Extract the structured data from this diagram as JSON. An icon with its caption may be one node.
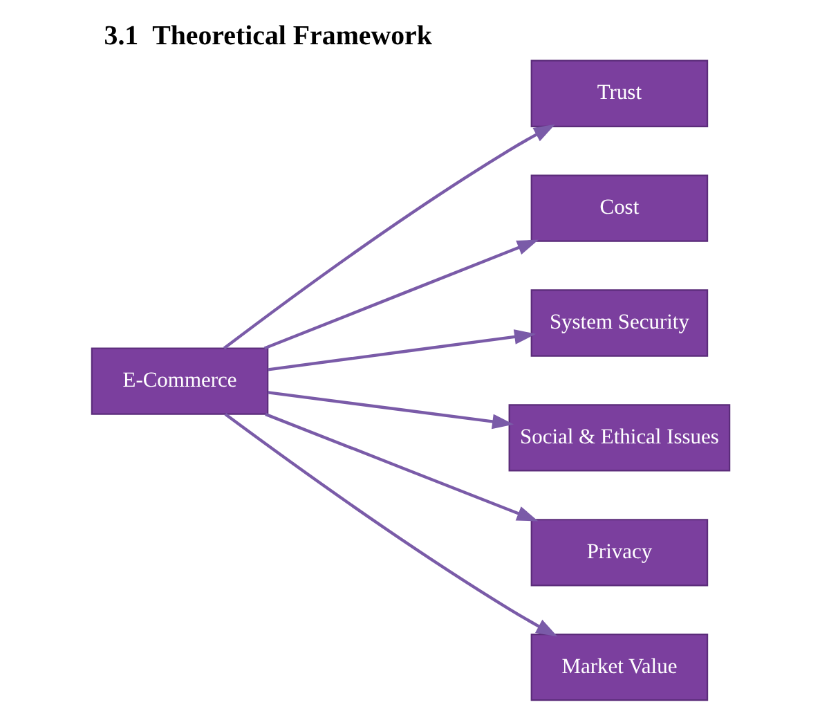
{
  "diagram": {
    "title": "3.1  Theoretical Framework",
    "nodes": [
      {
        "text": [
          "E-Commerce"
        ]
      },
      {
        "text": [
          "Trust"
        ]
      },
      {
        "text": [
          "Cost"
        ]
      },
      {
        "text": [
          "System Security"
        ]
      },
      {
        "text": [
          "Social & Ethical Issues"
        ]
      },
      {
        "text": [
          "Privacy"
        ]
      },
      {
        "text": [
          "Market Value"
        ]
      }
    ],
    "edges": [
      {
        "from": 0,
        "to": 1,
        "arrow": "to"
      },
      {
        "from": 0,
        "to": 2,
        "arrow": "to"
      },
      {
        "from": 0,
        "to": 3,
        "arrow": "to"
      },
      {
        "from": 0,
        "to": 4,
        "arrow": "to"
      },
      {
        "from": 0,
        "to": 5,
        "arrow": "to"
      },
      {
        "from": 0,
        "to": 6,
        "arrow": "to"
      }
    ]
  }
}
